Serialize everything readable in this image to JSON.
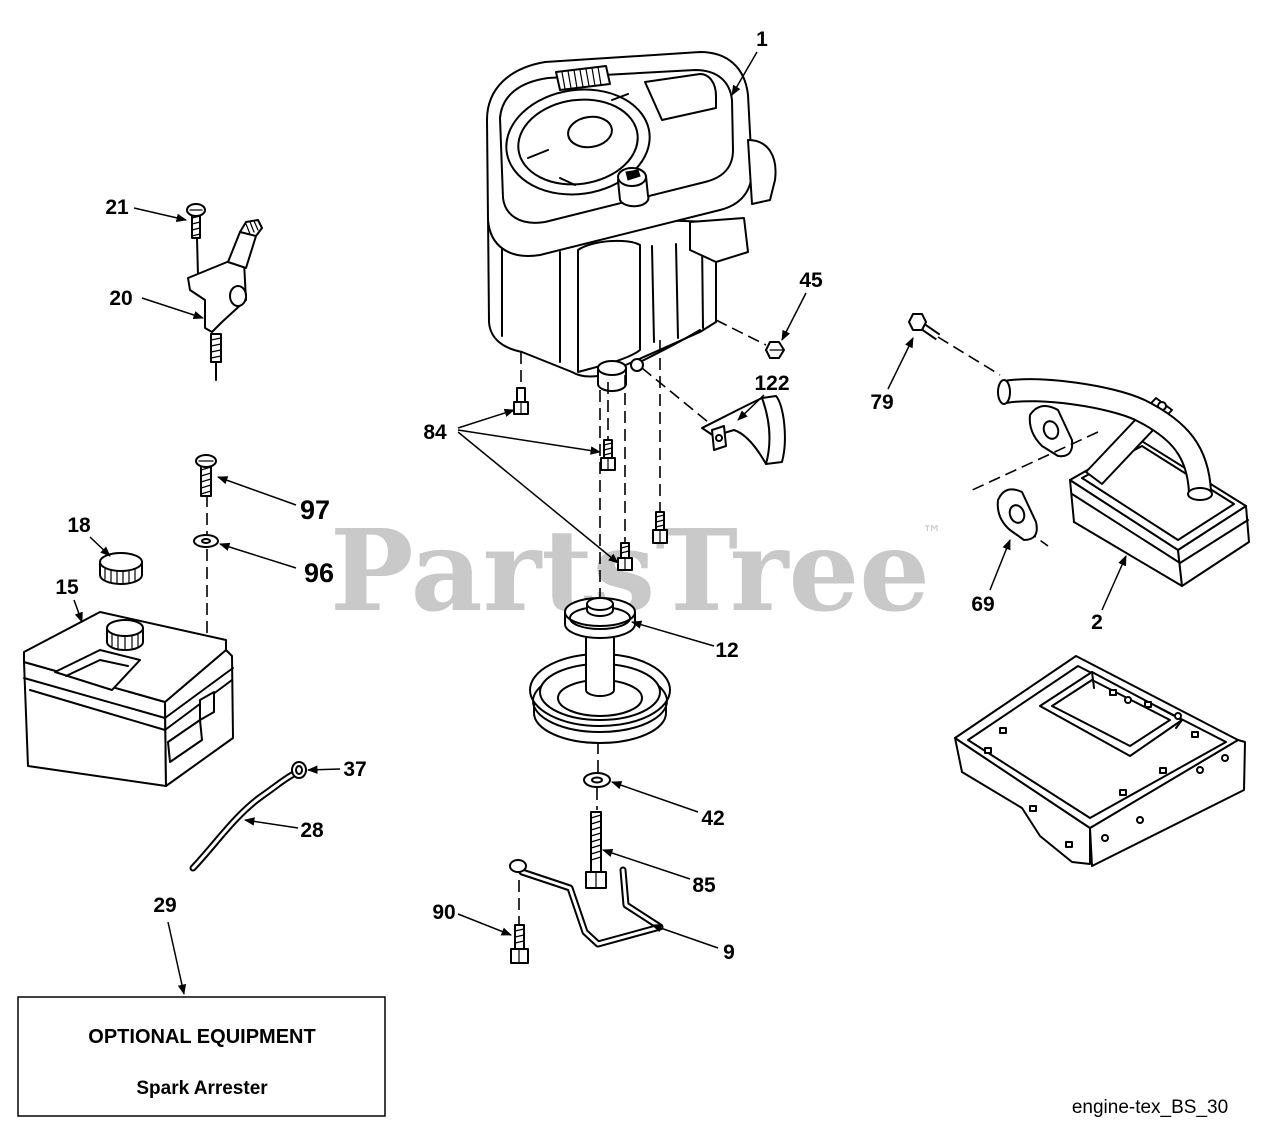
{
  "callouts": {
    "part_1": "1",
    "part_2": "2",
    "part_9": "9",
    "part_12": "12",
    "part_15": "15",
    "part_18": "18",
    "part_20": "20",
    "part_21": "21",
    "part_28": "28",
    "part_29": "29",
    "part_37": "37",
    "part_42": "42",
    "part_45": "45",
    "part_69": "69",
    "part_79": "79",
    "part_84": "84",
    "part_85": "85",
    "part_90": "90",
    "part_96": "96",
    "part_97": "97",
    "part_122": "122"
  },
  "optional_equipment": {
    "title": "OPTIONAL EQUIPMENT",
    "item": "Spark Arrester"
  },
  "diagram_id": "engine-tex_BS_30",
  "watermark": {
    "text": "PartsTree",
    "trademark": "™"
  },
  "colors": {
    "line": "#000000",
    "watermark": "#c9c9c9",
    "background": "#ffffff"
  }
}
